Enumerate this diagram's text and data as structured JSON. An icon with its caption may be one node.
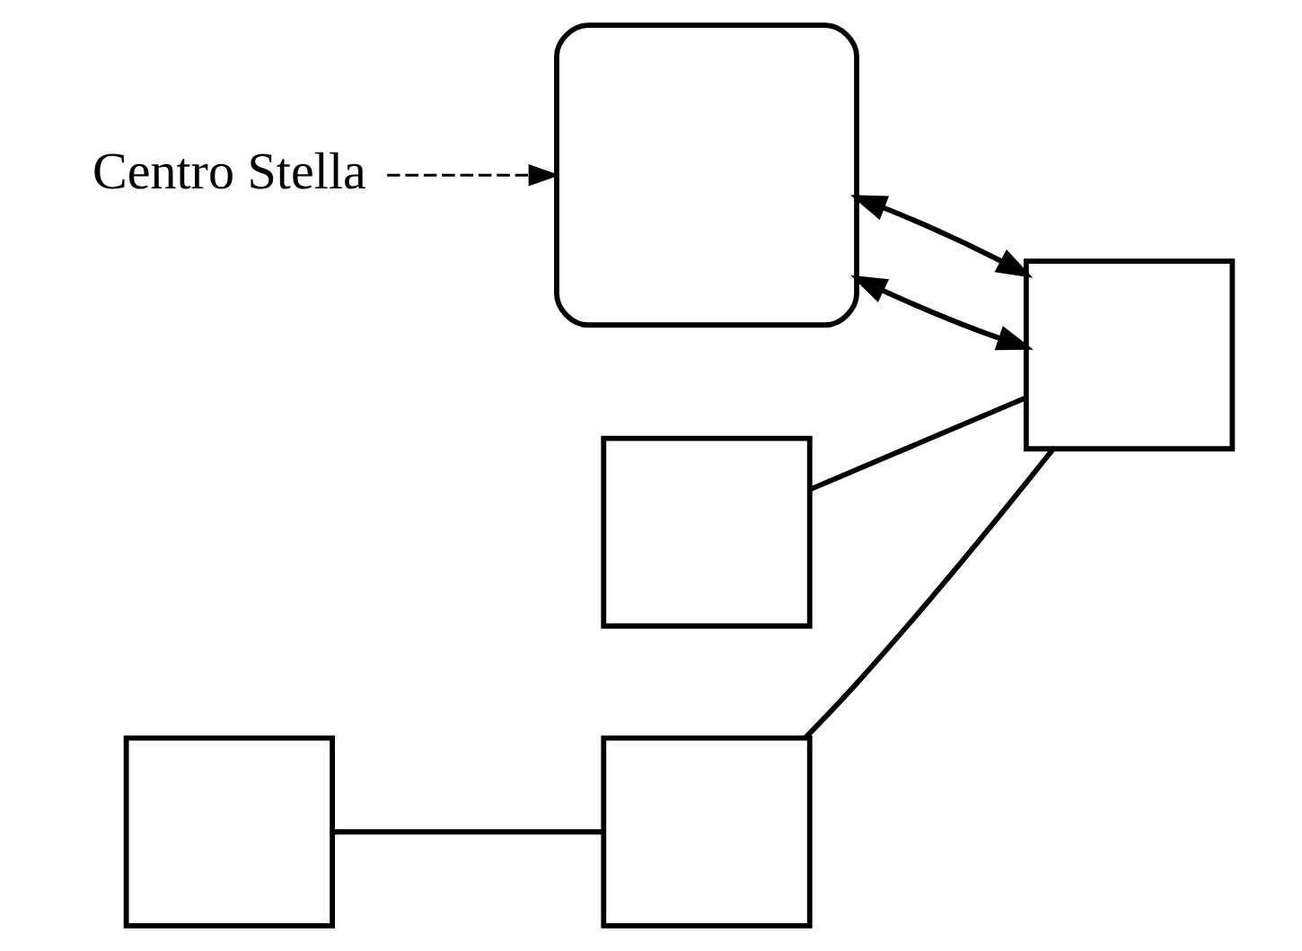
{
  "diagram": {
    "nodes": [
      {
        "text": [],
        "shape": "box"
      },
      {
        "text": [],
        "shape": "box"
      },
      {
        "text": [],
        "shape": "box"
      },
      {
        "text": [],
        "shape": "box"
      },
      {
        "text": [],
        "shape": "box"
      },
      {
        "text": [
          "Centro Stella"
        ]
      }
    ],
    "edges": [
      {
        "from": 1,
        "to": 0,
        "arrow": "none"
      },
      {
        "from": 0,
        "to": 3,
        "arrow": "none"
      },
      {
        "from": 4,
        "to": 3,
        "arrow": "none"
      },
      {
        "from": 2,
        "to": 3,
        "arrow": "both"
      },
      {
        "from": 2,
        "to": 3,
        "arrow": "both"
      },
      {
        "from": 5,
        "to": 2,
        "arrow": "to",
        "style": "dashed"
      }
    ]
  }
}
